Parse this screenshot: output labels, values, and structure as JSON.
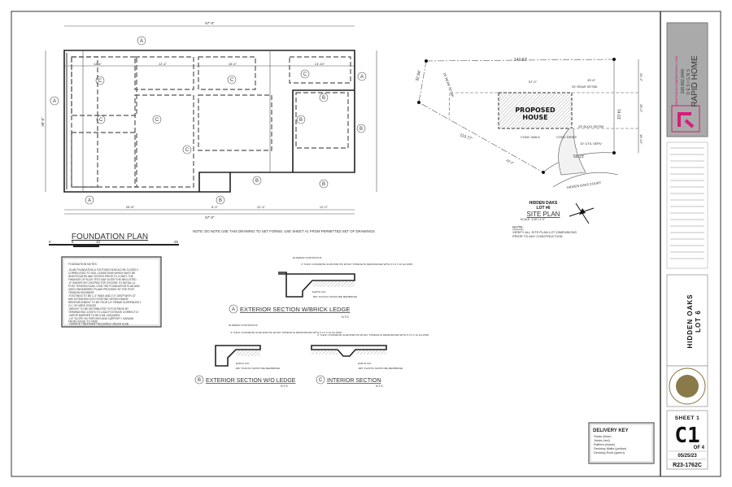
{
  "foundation_plan": {
    "title": "FOUNDATION PLAN",
    "scale_ticks": [
      "0",
      "5",
      "10",
      "25"
    ],
    "overall_width": "57'-0\"",
    "overall_depth": "38'-6\"",
    "bottom_dims": [
      "26'-8\"",
      "6'-0\"",
      "12'-4\"",
      "12'-0\""
    ],
    "top_dims": [
      "12'-4\"",
      "12'-4\"",
      "16'-4\"",
      "13'-10\""
    ],
    "section_markers": [
      "A",
      "B",
      "C"
    ]
  },
  "note": "NOTE: DO NOTE USE THIS DRAWING TO SET FORMS. USE SHEET A1 FROM PERMITTED SET OF DRAWINGS",
  "foundation_notes": {
    "heading": "FOUNDATION NOTES:",
    "lines": [
      "-SLAB FOUNDATION & FOOTINGS SHOULD BE CLOSELY",
      "CORRELATED TO SOIL CONDITIONS WHICH MUST BE",
      "INVESTIGATED AND TESTED PRIOR TO CONST. THE",
      "FINDINGS OF SUCH TEST MAY ALTER THE MIN LISTED",
      "-IF OWNER OR CONTRACTOR CHOOSE TO INSTALL A",
      "POST TENSION SLAB, VOID THE FOUNDATION PLAN AND",
      "USED ENGINEERED PLANS PROVIDED BY THE POST",
      "TENSION ENGINEER",
      "-FOOTINGS TO BE 1'-4\" WIDE AND 2'-0\" DEEP WITH 12\"",
      "MIN EXTENDING INTO EXISTING VIRGIN GRADE.",
      "REINFORCEMENT TO BE FOUR 1/2\" REBAR SUSPENDED 1'",
      "O.C. BY WIRE STAKES",
      "-WEIGHT TO BE DISTRIBUTED TO FOOTINGS BY",
      "TERMINATING JOISTS TO LOAD FOOTINGS CORRECTLY",
      "-VAPOR BARRIER TO BE 6 MIL VISQUEEN",
      "-1/2\" SLOPE ON PORCHES AND CARPORT / GARAGE",
      "FROM HOUSE TO YARD",
      "-TERMITE TREATMENT REQUIRED UNDER SLAB"
    ]
  },
  "sections": [
    {
      "marker": "A",
      "title": "EXTERIOR SECTION W/BRICK LEDGE",
      "scale": "N.T.S."
    },
    {
      "marker": "B",
      "title": "EXTERIOR SECTION W/O LEDGE",
      "scale": "N.T.S."
    },
    {
      "marker": "C",
      "title": "INTERIOR SECTION",
      "scale": "N.T.S."
    }
  ],
  "section_labels": {
    "rebar": "#4 REBAR CONTINUOUS",
    "slab": "4\" THICK CONCRETE SLAB 2500 PSI 28 DAY STRENGTH REINFORCED WITH 6 X 6 X 10 GA WWF",
    "earth_fill": "EARTH FILL",
    "membrane": ".006\" PLASTIC MOISTURE MEMBRANE"
  },
  "site_plan": {
    "title": "SITE PLAN",
    "scale": "SCALE: 1/16\"=1'-0\"",
    "lot_name": "HIDDEN DAKS",
    "lot_number": "LOT #6",
    "house_label_1": "PROPOSED",
    "house_label_2": "HOUSE",
    "dims": {
      "top": "147.62'",
      "left": "32.94'",
      "bottom_left": "113.77'",
      "curve": "59.23'",
      "right": "74.01'",
      "house_width": "57'-0\"",
      "side": "33'-6\"",
      "r1": "25'-2\"",
      "r2": "28'-0\"",
      "r3": "18'-10\"",
      "drive": "43'-4\""
    },
    "labels": {
      "rear_setback": "25' REAR SETBK",
      "rear_setback_side": "25' REAR SETBK",
      "bldg_setback": "25' BLDG SETBK",
      "util": "10' UTIL SERV",
      "walk": "CONC WALK",
      "drive": "CONC DRIVE",
      "street": "HIDDEN OAKS COURT"
    },
    "note_heading": "NOTE:",
    "note_lines": [
      "VERIFY ALL SITE PLAN LOT DIMENSIONS",
      "PRIOR TO ANY CONSTRUCTION"
    ]
  },
  "delivery_key": {
    "title": "DELIVERY KEY",
    "items": [
      "Studs (blue)",
      "Joists (red)",
      "Rafters (black)",
      "Decking Walls (yellow)",
      "Decking Roof (green)"
    ]
  },
  "title_block": {
    "company": "RAPID HOME",
    "company_sub": "DESIGNS",
    "phone": "318.562.3440",
    "website": "WWW.RAPIDHOMEDESIGNS.COM",
    "project": "HIDDEN OAKS",
    "lot": "LOT 6",
    "sheet_label": "SHEET 1",
    "sheet_code": "C1",
    "sheet_of": "OF 4",
    "date": "05/25/23",
    "job_number": "R23-1762C",
    "brand_color": "#d81b7a",
    "seal_color": "#8a7a4a"
  }
}
